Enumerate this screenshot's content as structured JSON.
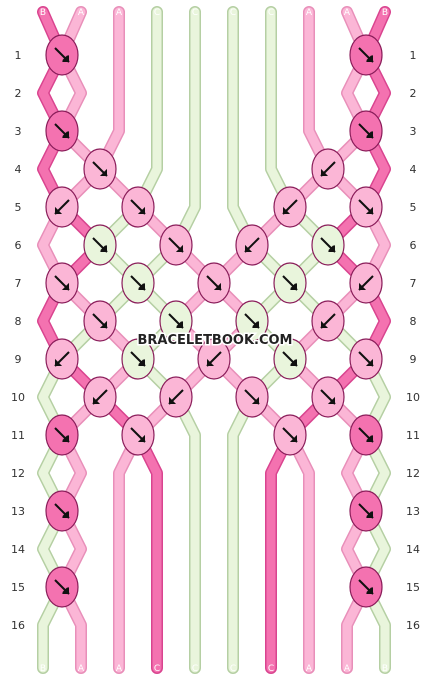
{
  "colors": {
    "A": "#fbb6d6",
    "B": "#f472b0",
    "C": "#e9f5dc"
  },
  "strand_order": [
    "B",
    "A",
    "A",
    "C",
    "C",
    "C",
    "C",
    "A",
    "A",
    "B"
  ],
  "row_numbers": [
    "1",
    "2",
    "3",
    "4",
    "5",
    "6",
    "7",
    "8",
    "9",
    "10",
    "11",
    "12",
    "13",
    "14",
    "15",
    "16"
  ],
  "watermark": "BRACELETBOOK.COM",
  "knot_rows": [
    [
      {
        "col": 0,
        "color": "B",
        "dir": "db"
      },
      {
        "col": 8,
        "color": "B",
        "dir": "db"
      }
    ],
    [],
    [
      {
        "col": 0,
        "color": "B",
        "dir": "db"
      },
      {
        "col": 8,
        "color": "B",
        "dir": "db"
      }
    ],
    [
      {
        "col": 1,
        "color": "A",
        "dir": "se"
      },
      {
        "col": 7,
        "color": "A",
        "dir": "sw"
      }
    ],
    [
      {
        "col": 0,
        "color": "A",
        "dir": "sw"
      },
      {
        "col": 2,
        "color": "A",
        "dir": "se"
      },
      {
        "col": 6,
        "color": "A",
        "dir": "sw"
      },
      {
        "col": 8,
        "color": "A",
        "dir": "se"
      }
    ],
    [
      {
        "col": 1,
        "color": "C",
        "dir": "db"
      },
      {
        "col": 3,
        "color": "A",
        "dir": "se"
      },
      {
        "col": 5,
        "color": "A",
        "dir": "sw"
      },
      {
        "col": 7,
        "color": "C",
        "dir": "db"
      }
    ],
    [
      {
        "col": 0,
        "color": "A",
        "dir": "se"
      },
      {
        "col": 2,
        "color": "C",
        "dir": "db"
      },
      {
        "col": 4,
        "color": "A",
        "dir": "se"
      },
      {
        "col": 6,
        "color": "C",
        "dir": "db"
      },
      {
        "col": 8,
        "color": "A",
        "dir": "sw"
      }
    ],
    [
      {
        "col": 1,
        "color": "A",
        "dir": "se"
      },
      {
        "col": 3,
        "color": "C",
        "dir": "db"
      },
      {
        "col": 5,
        "color": "C",
        "dir": "db"
      },
      {
        "col": 7,
        "color": "A",
        "dir": "sw"
      }
    ],
    [
      {
        "col": 0,
        "color": "A",
        "dir": "sw"
      },
      {
        "col": 2,
        "color": "C",
        "dir": "db"
      },
      {
        "col": 4,
        "color": "A",
        "dir": "sw"
      },
      {
        "col": 6,
        "color": "C",
        "dir": "db"
      },
      {
        "col": 8,
        "color": "A",
        "dir": "se"
      }
    ],
    [
      {
        "col": 1,
        "color": "A",
        "dir": "sw"
      },
      {
        "col": 3,
        "color": "A",
        "dir": "sw"
      },
      {
        "col": 5,
        "color": "A",
        "dir": "se"
      },
      {
        "col": 7,
        "color": "A",
        "dir": "se"
      }
    ],
    [
      {
        "col": 0,
        "color": "B",
        "dir": "db"
      },
      {
        "col": 2,
        "color": "A",
        "dir": "se"
      },
      {
        "col": 6,
        "color": "A",
        "dir": "se"
      },
      {
        "col": 8,
        "color": "B",
        "dir": "db"
      }
    ],
    [],
    [
      {
        "col": 0,
        "color": "B",
        "dir": "db"
      },
      {
        "col": 8,
        "color": "B",
        "dir": "db"
      }
    ],
    [],
    [
      {
        "col": 0,
        "color": "B",
        "dir": "db"
      },
      {
        "col": 8,
        "color": "B",
        "dir": "db"
      }
    ],
    []
  ]
}
